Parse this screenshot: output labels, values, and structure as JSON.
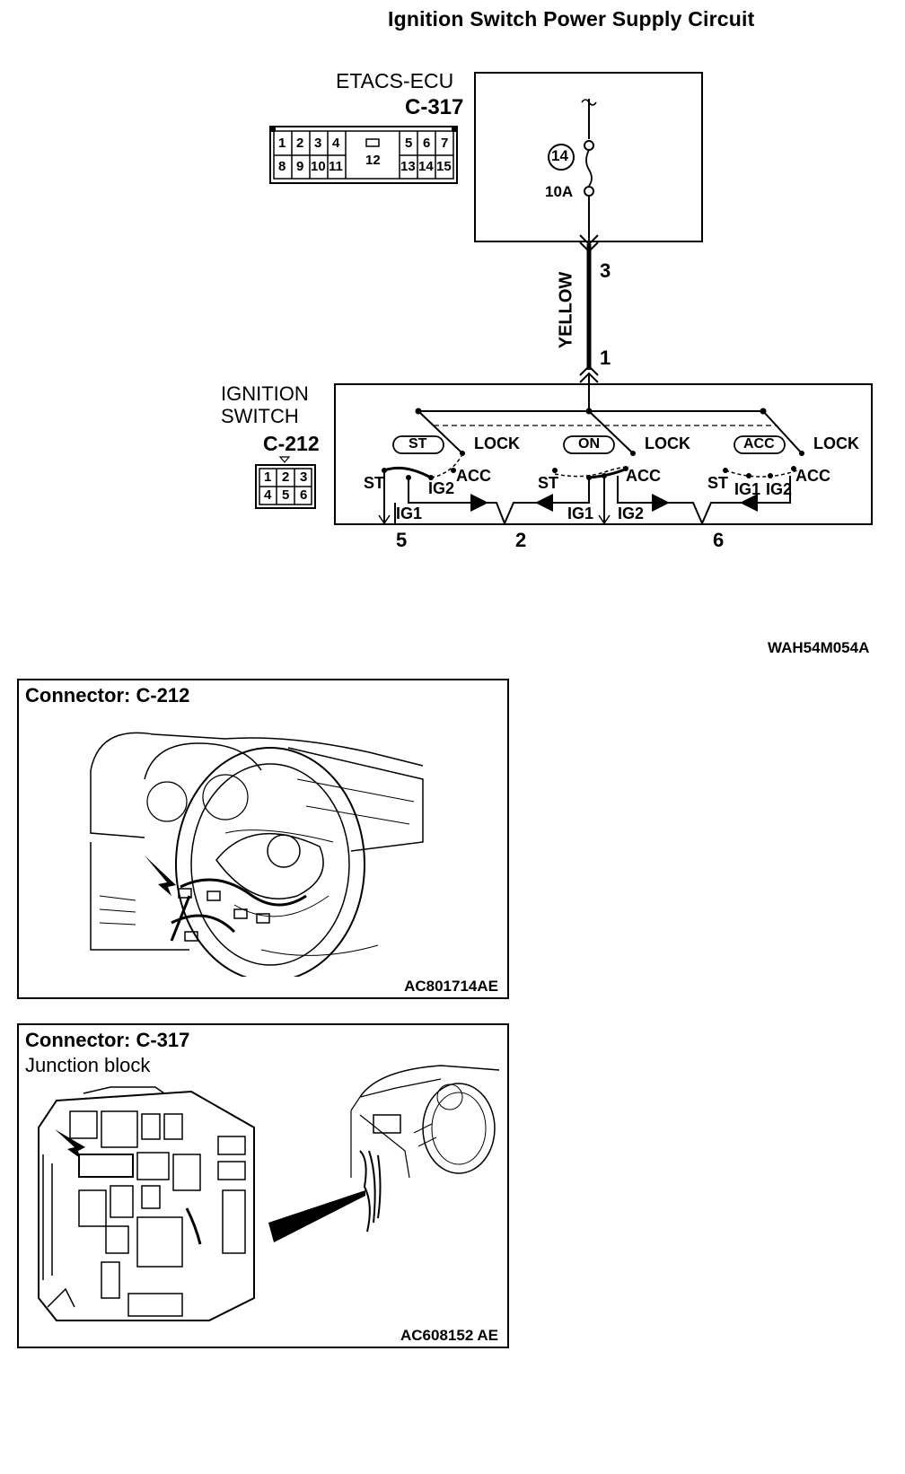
{
  "page": {
    "title": "Ignition Switch Power Supply Circuit",
    "diagram_code": "WAH54M054A"
  },
  "ecu": {
    "name": "ETACS-ECU",
    "connector": "C-317",
    "fuse_number": "14",
    "fuse_rating": "10A",
    "pins_top_left": [
      "1",
      "2",
      "3",
      "4"
    ],
    "pin_center": "12",
    "pins_top_right": [
      "5",
      "6",
      "7"
    ],
    "pins_bottom_left": [
      "8",
      "9",
      "10",
      "11"
    ],
    "pins_bottom_right": [
      "13",
      "14",
      "15"
    ]
  },
  "wire": {
    "color": "YELLOW",
    "pin_ecu": "3",
    "pin_switch": "1"
  },
  "ignition_switch": {
    "name_line1": "IGNITION",
    "name_line2": "SWITCH",
    "connector": "C-212",
    "pins_top": [
      "1",
      "2",
      "3"
    ],
    "pins_bottom": [
      "4",
      "5",
      "6"
    ],
    "positions": [
      "ST",
      "ON",
      "ACC"
    ],
    "lock": "LOCK",
    "acc": "ACC",
    "st": "ST",
    "ig1": "IG1",
    "ig2": "IG2",
    "terminal_pins": [
      "5",
      "2",
      "6"
    ]
  },
  "connector_c212_panel": {
    "title": "Connector: C-212",
    "image_code": "AC801714AE"
  },
  "connector_c317_panel": {
    "title": "Connector: C-317",
    "subtitle": "Junction block",
    "image_code": "AC608152 AE"
  }
}
